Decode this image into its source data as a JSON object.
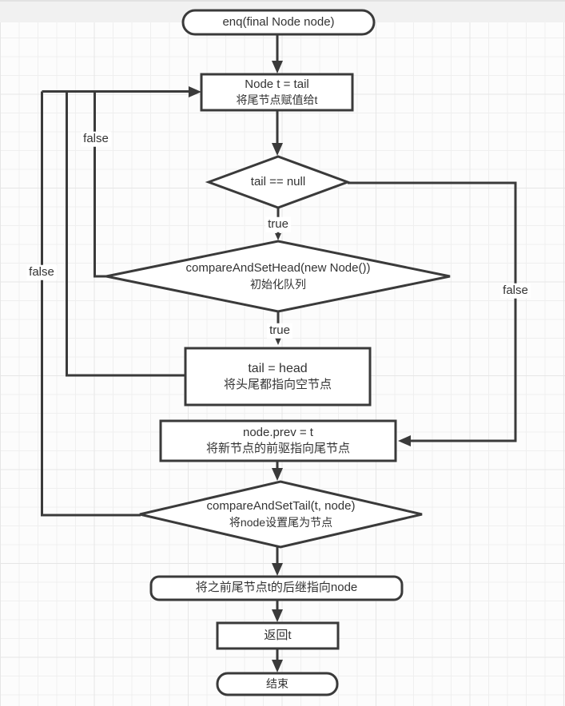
{
  "flowchart": {
    "nodes": {
      "start": {
        "label": "enq(final Node node)"
      },
      "assign_tail": {
        "code": "Node t = tail",
        "note": "将尾节点赋值给t"
      },
      "tail_null": {
        "label": "tail == null"
      },
      "cas_head": {
        "code": "compareAndSetHead(new Node())",
        "note": "初始化队列"
      },
      "tail_head": {
        "code": "tail = head",
        "note": "将头尾都指向空节点"
      },
      "node_prev": {
        "code": "node.prev = t",
        "note": "将新节点的前驱指向尾节点"
      },
      "cas_tail": {
        "code": "compareAndSetTail(t, node)",
        "note": "将node设置尾为节点"
      },
      "set_successor": {
        "label": "将之前尾节点t的后继指向node"
      },
      "return_t": {
        "label": "返回t"
      },
      "end": {
        "label": "结束"
      }
    },
    "edge_labels": {
      "tail_null_true": "true",
      "cas_head_true": "true",
      "tail_null_false": "false",
      "cas_head_false": "false",
      "cas_tail_false": "false"
    },
    "style": {
      "stroke_color": "#3a3a3a",
      "node_fill": "#ffffff",
      "text_color": "#333333"
    }
  }
}
